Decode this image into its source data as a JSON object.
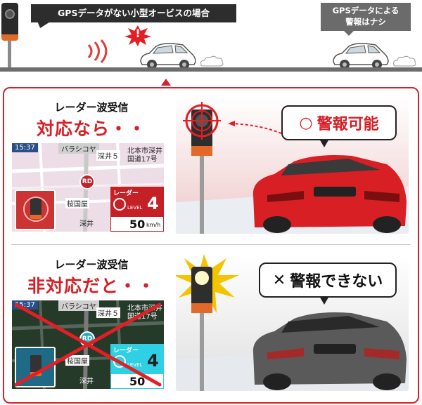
{
  "top": {
    "bubble_left": "GPSデータがない小型オービスの場合",
    "bubble_right_line1": "GPSデータによる",
    "bubble_right_line2": "警報はナシ",
    "alert_mark": "!"
  },
  "supported": {
    "subtitle": "レーダー波受信",
    "title": "対応なら・・",
    "callout_symbol": "○",
    "callout_text": "警報可能",
    "map": {
      "time": "15:37",
      "road_name": "バラシコヤ",
      "place_1": "深井５",
      "city": "北本市深井",
      "route": "国道17号",
      "place_2": "桜国屋",
      "place_3": "深井",
      "rd_badge": "RD",
      "radar_label": "レーダー",
      "level_label": "LEVEL",
      "level_value": "4",
      "speed_value": "50",
      "speed_unit": "km/h"
    }
  },
  "unsupported": {
    "subtitle": "レーダー波受信",
    "title": "非対応だと・・",
    "callout_symbol": "✕",
    "callout_text": "警報できない",
    "map": {
      "time": "15:37",
      "road_name": "バラシコヤ",
      "place_1": "深井５",
      "city": "北本市深井",
      "route": "国道17号",
      "place_2": "桜国屋",
      "place_3": "深井",
      "rd_badge": "RD",
      "radar_label": "レーダー",
      "level_label": "LEVEL",
      "level_value": "4",
      "speed_value": "50"
    }
  },
  "colors": {
    "accent_red": "#d61f26",
    "dark": "#2d2d2d",
    "grey_bubble": "#6b6b6b",
    "radar_cyan": "#2fd0e3"
  }
}
